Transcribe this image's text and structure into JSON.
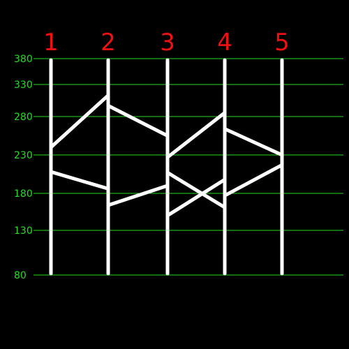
{
  "game": {
    "type": "ladder-chart",
    "colors": {
      "background": "#000000",
      "grid": "#22dd22",
      "column_labels": "#ee1111",
      "lines": "#ffffff"
    },
    "columns": [
      "1",
      "2",
      "3",
      "4",
      "5"
    ],
    "y_ticks": [
      "380",
      "330",
      "280",
      "230",
      "180",
      "130",
      "80"
    ],
    "y_values": [
      380,
      330,
      280,
      230,
      180,
      130,
      80
    ],
    "segments": [
      {
        "from_col": 1,
        "to_col": 2,
        "y_start": 240,
        "y_end": 313
      },
      {
        "from_col": 1,
        "to_col": 2,
        "y_start": 208,
        "y_end": 186
      },
      {
        "from_col": 2,
        "to_col": 3,
        "y_start": 297,
        "y_end": 255
      },
      {
        "from_col": 2,
        "to_col": 3,
        "y_start": 164,
        "y_end": 190
      },
      {
        "from_col": 3,
        "to_col": 4,
        "y_start": 227,
        "y_end": 286
      },
      {
        "from_col": 3,
        "to_col": 4,
        "y_start": 207,
        "y_end": 161
      },
      {
        "from_col": 3,
        "to_col": 4,
        "y_start": 150,
        "y_end": 198
      },
      {
        "from_col": 4,
        "to_col": 5,
        "y_start": 264,
        "y_end": 230
      },
      {
        "from_col": 4,
        "to_col": 5,
        "y_start": 177,
        "y_end": 217
      }
    ]
  }
}
